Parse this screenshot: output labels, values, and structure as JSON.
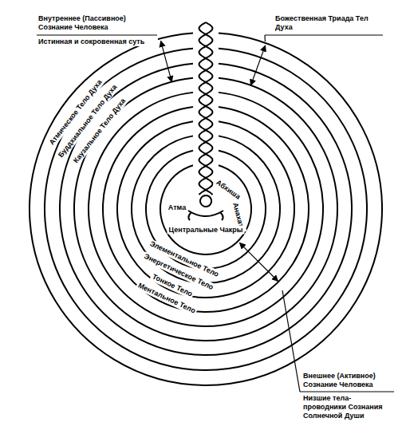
{
  "diagram": {
    "nodes": [
      {
        "text": [
          "Атмическое Тело Духа"
        ]
      },
      {
        "text": [
          "Буддхиальное Тело Духа"
        ],
        "in": 0
      },
      {
        "text": [
          "Каузальное Тело Духа"
        ],
        "in": 1
      },
      {
        "text": [
          "Ментальное Тело"
        ],
        "in": 2
      },
      {
        "text": [
          "Тонкое Тело"
        ],
        "in": 3
      },
      {
        "text": [
          "Энергетическое Тело"
        ],
        "in": 4
      },
      {
        "text": [
          "Элементальное Тело"
        ],
        "in": 5
      },
      {
        "text": [
          "Атма",
          "Абхиша",
          "Анахата",
          "Центральные Чакры"
        ],
        "in": 6
      }
    ],
    "labels": [
      "Внутреннее (Пассивное) Сознание Человека",
      "Истинная и сокровенная суть",
      "Божественная Триада Тел Духа",
      "Внешнее (Активное) Сознание Человека",
      "Низшие тела-проводники Сознания Солнечной Души"
    ]
  }
}
